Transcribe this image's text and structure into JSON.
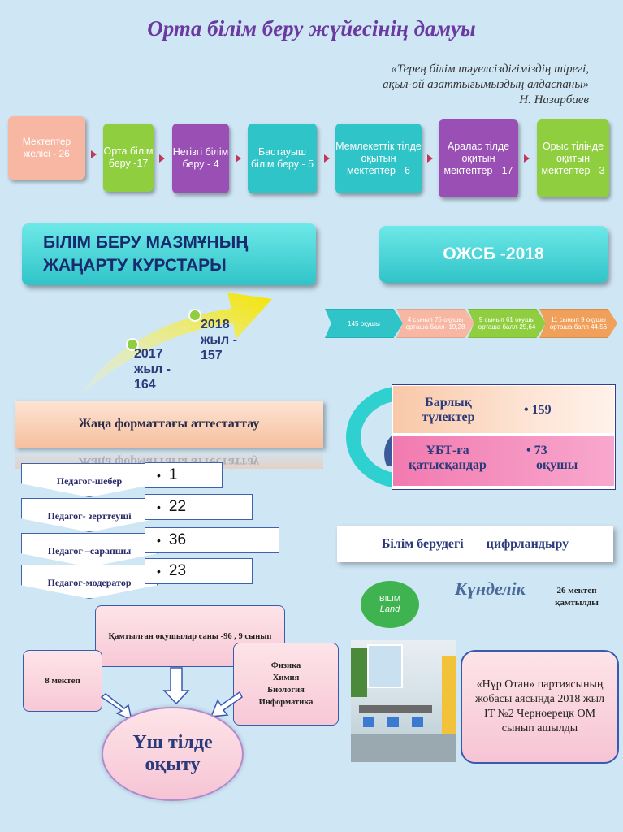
{
  "title": "Орта білім беру жүйесінің дамуы",
  "quote": {
    "line1": "«Терең білім тәуелсіздігіміздің тірегі,",
    "line2": "ақыл-ой азаттығымыздың алдаспаны»",
    "author": "Н. Назарбаев"
  },
  "network": [
    {
      "text": "Мектептер желісі - 26",
      "color": "#f7b7a3"
    },
    {
      "text": "Орта білім беру -17",
      "color": "#8fce3f"
    },
    {
      "text": "Негізгі білім беру - 4",
      "color": "#9a4fb5"
    },
    {
      "text": "Бастауыш білім беру - 5",
      "color": "#2fc4c8"
    },
    {
      "text": "Мемлекеттік тілде оқытын мектептер - 6",
      "color": "#2fc4c8"
    },
    {
      "text": "Аралас тілде оқитын мектептер - 17",
      "color": "#9a4fb5"
    },
    {
      "text": "Орыс тілінде оқитын мектептер - 3",
      "color": "#8fce3f"
    }
  ],
  "courses": {
    "title_line1": "БІЛІМ БЕРУ  МАЗМҰНЫҢ",
    "title_line2": "ЖАҢАРТУ КУРСТАРЫ",
    "y2017": [
      "2017",
      "жыл -",
      "164"
    ],
    "y2018": [
      "2018",
      "жыл -",
      "157"
    ]
  },
  "ozhsb": {
    "title": "ОЖСБ -2018",
    "steps": [
      {
        "text": "145 оқушы",
        "color": "#2fc4c8"
      },
      {
        "text": "4 сынып 75 оқушы орташа балл- 19,28",
        "color": "#f7b7a3"
      },
      {
        "text": "9 сынып 61 оқушы орташа балл-25,64",
        "color": "#8fce3f"
      },
      {
        "text": "11 сынып 9 оқушы орташа балл 44,56",
        "color": "#f0a05a"
      }
    ]
  },
  "attestation": {
    "title": "Жаңа форматтағы аттестаттау",
    "items": [
      {
        "label": "Педагог-шебер",
        "value": "1"
      },
      {
        "label": "Педагог- зерттеуші",
        "value": "22"
      },
      {
        "label": "Педагог –сарапшы",
        "value": "36"
      },
      {
        "label": "Педагог-модератор",
        "value": "23"
      }
    ]
  },
  "graduates": {
    "all_label_1": "Барлық",
    "all_label_2": "түлектер",
    "all_value": "159",
    "ubt_label_1": "ҰБТ-ға",
    "ubt_label_2": "қатысқандар",
    "ubt_value_1": "73",
    "ubt_value_2": "оқушы"
  },
  "digital": {
    "word1": "Білім берудегі",
    "word2": "цифрландыру",
    "bilimland_1": "BILIM",
    "bilimland_2": "Land",
    "kundelik": "Күнделік",
    "covered_1": "26 мектеп",
    "covered_2": "қамтылды"
  },
  "trilingual": {
    "students": "Қамтылған оқушылар саны  -96 , 9 сынып",
    "schools": "8 мектеп",
    "subjects": [
      "Физика",
      "Химия",
      "Биология",
      "Информатика"
    ],
    "center_1": "Үш тілде",
    "center_2": "оқыту"
  },
  "nur_otan": "«Нұр Отан» партиясының  жобасы аясында 2018 жыл IT №2 Черноерецк ОМ сынып ашылды"
}
